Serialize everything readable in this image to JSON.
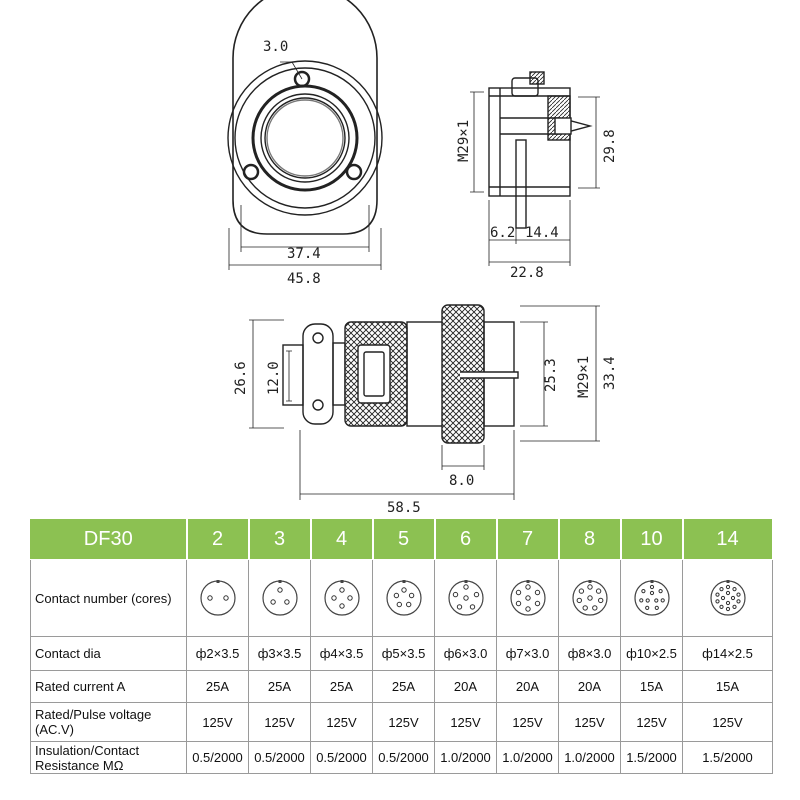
{
  "drawing": {
    "front_view": {
      "hole_dim": "3.0",
      "inner_width": "37.4",
      "outer_width": "45.8"
    },
    "side_view": {
      "thread": "M29×1",
      "height": "29.8",
      "left_dim": "6.2",
      "mid_dim": "14.4",
      "total": "22.8"
    },
    "bottom_view": {
      "left_height": "26.6",
      "inner_height": "12.0",
      "dia_dim": "25.3",
      "thread": "M29×1",
      "height": "33.4",
      "nut_width": "8.0",
      "length": "58.5"
    }
  },
  "table": {
    "model": "DF30",
    "cores": [
      "2",
      "3",
      "4",
      "5",
      "6",
      "7",
      "8",
      "10",
      "14"
    ],
    "rows": {
      "contact_number": "Contact number (cores)",
      "contact_dia": "Contact dia",
      "rated_current": "Rated current A",
      "rated_voltage": "Rated/Pulse voltage (AC.V)",
      "insulation": "Insulation/Contact Resistance MΩ"
    },
    "contact_dia": [
      "ф2×3.5",
      "ф3×3.5",
      "ф4×3.5",
      "ф5×3.5",
      "ф6×3.0",
      "ф7×3.0",
      "ф8×3.0",
      "ф10×2.5",
      "ф14×2.5"
    ],
    "current": [
      "25A",
      "25A",
      "25A",
      "25A",
      "20A",
      "20A",
      "20A",
      "15A",
      "15A"
    ],
    "voltage": [
      "125V",
      "125V",
      "125V",
      "125V",
      "125V",
      "125V",
      "125V",
      "125V",
      "125V"
    ],
    "insulation": [
      "0.5/2000",
      "0.5/2000",
      "0.5/2000",
      "0.5/2000",
      "1.0/2000",
      "1.0/2000",
      "1.0/2000",
      "1.5/2000",
      "1.5/2000"
    ]
  },
  "colors": {
    "header_bg": "#8cc152",
    "header_text": "#ffffff",
    "border": "#9a9a9a"
  }
}
